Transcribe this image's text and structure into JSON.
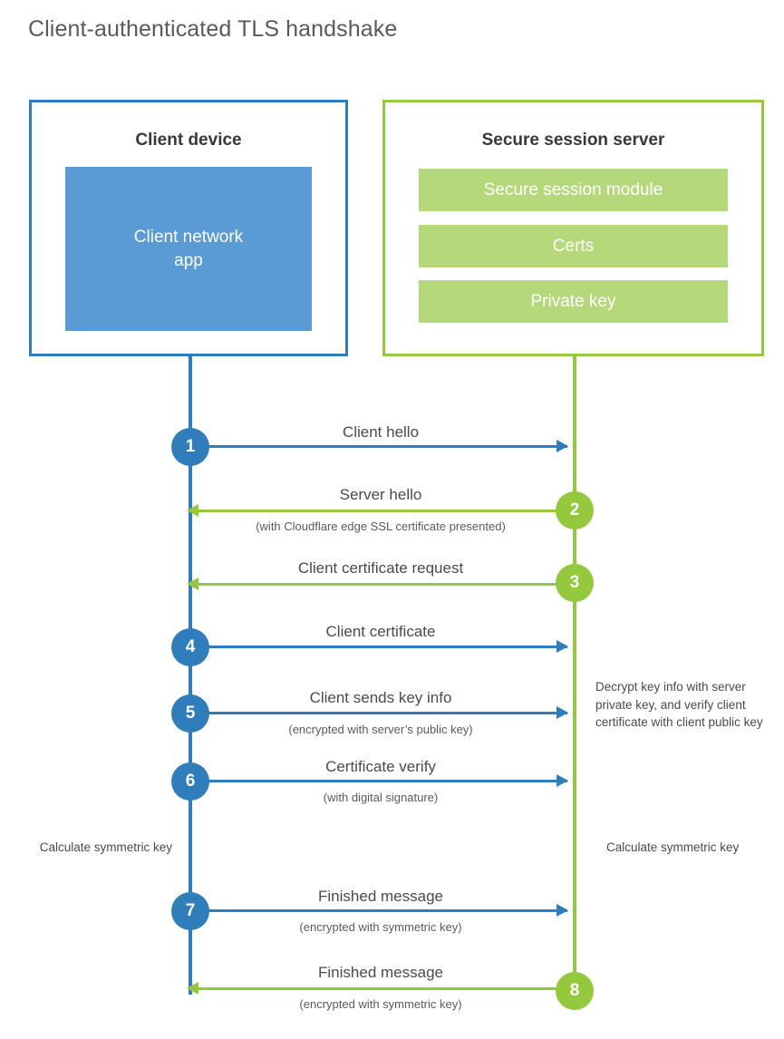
{
  "title": "Client-authenticated TLS handshake",
  "colors": {
    "blue": "#2f7ebb",
    "blue_fill": "#5b9bd5",
    "green": "#94c83d",
    "green_fill": "#b5d97a",
    "text": "#4a4a4a",
    "title_text": "#5a5a5a"
  },
  "client": {
    "title": "Client device",
    "app_label": "Client network\napp",
    "app_label_line1": "Client network",
    "app_label_line2": "app"
  },
  "server": {
    "title": "Secure session server",
    "components": [
      {
        "label": "Secure session module"
      },
      {
        "label": "Certs"
      },
      {
        "label": "Private key"
      }
    ]
  },
  "steps": [
    {
      "number": "1",
      "label": "Client hello",
      "sublabel": "",
      "direction": "client-to-server",
      "color": "blue"
    },
    {
      "number": "2",
      "label": "Server hello",
      "sublabel": "(with Cloudflare edge SSL certificate presented)",
      "direction": "server-to-client",
      "color": "green"
    },
    {
      "number": "3",
      "label": "Client certificate request",
      "sublabel": "",
      "direction": "server-to-client",
      "color": "green"
    },
    {
      "number": "4",
      "label": "Client certificate",
      "sublabel": "",
      "direction": "client-to-server",
      "color": "blue"
    },
    {
      "number": "5",
      "label": "Client sends key info",
      "sublabel": "(encrypted with server’s public key)",
      "direction": "client-to-server",
      "color": "blue"
    },
    {
      "number": "6",
      "label": "Certificate verify",
      "sublabel": "(with digital signature)",
      "direction": "client-to-server",
      "color": "blue"
    },
    {
      "number": "7",
      "label": "Finished message",
      "sublabel": "(encrypted with symmetric key)",
      "direction": "client-to-server",
      "color": "blue"
    },
    {
      "number": "8",
      "label": "Finished message",
      "sublabel": "(encrypted with symmetric key)",
      "direction": "server-to-client",
      "color": "green"
    }
  ],
  "notes": {
    "server_decrypt": "Decrypt key info with server private key, and verify client certificate with client public key",
    "calculate_left": "Calculate symmetric key",
    "calculate_right": "Calculate symmetric key"
  }
}
